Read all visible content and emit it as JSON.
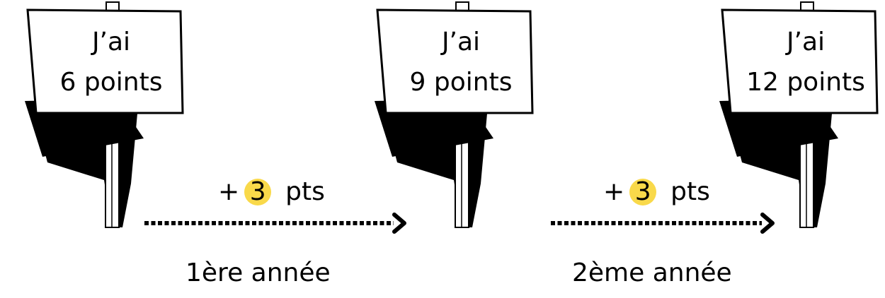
{
  "colors": {
    "background": "#ffffff",
    "ink": "#000000",
    "highlight": "#f9d94a"
  },
  "signs": [
    {
      "line1": "J’ai",
      "line2": "6 points"
    },
    {
      "line1": "J’ai",
      "line2": "9 points"
    },
    {
      "line1": "J’ai",
      "line2": "12 points"
    }
  ],
  "increments": [
    {
      "plus": "+",
      "value": "3",
      "unit": "pts"
    },
    {
      "plus": "+",
      "value": "3",
      "unit": "pts"
    }
  ],
  "years": [
    {
      "label": "1ère année"
    },
    {
      "label": "2ème année"
    }
  ]
}
